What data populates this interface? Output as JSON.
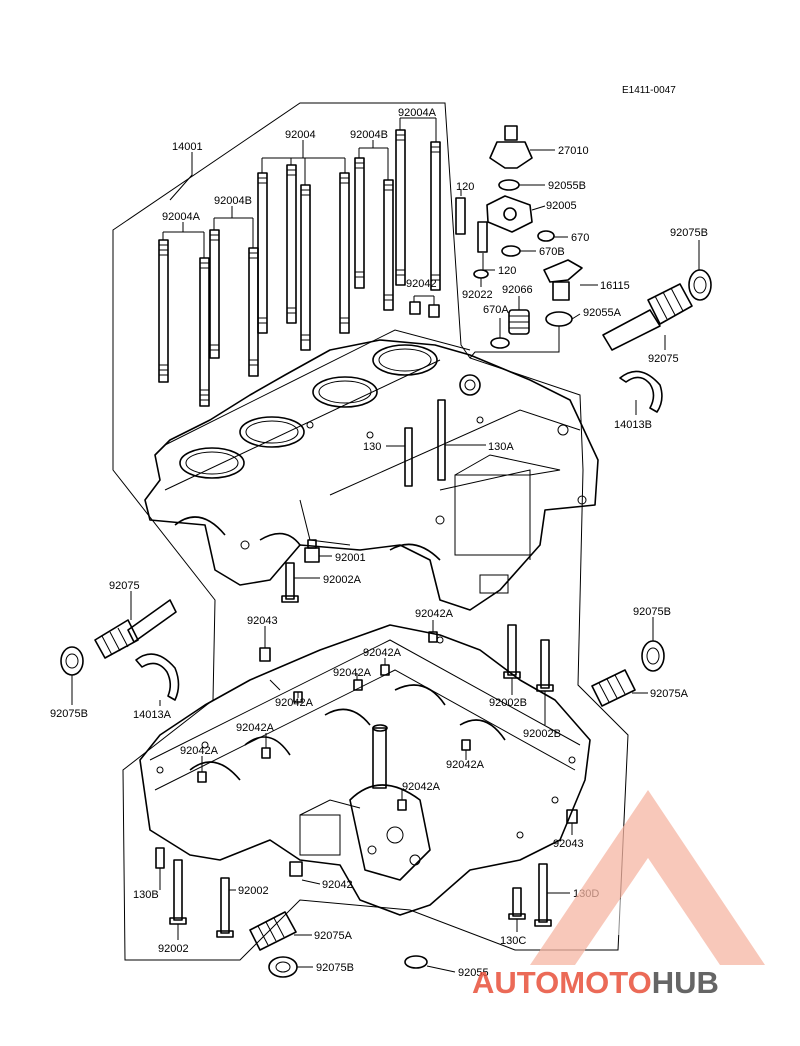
{
  "diagram_code": "E1411-0047",
  "callouts": [
    {
      "id": "c14001",
      "text": "14001"
    },
    {
      "id": "c92004a_top",
      "text": "92004A"
    },
    {
      "id": "c92004",
      "text": "92004"
    },
    {
      "id": "c92004b_top",
      "text": "92004B"
    },
    {
      "id": "c92004b_left",
      "text": "92004B"
    },
    {
      "id": "c92004a_left",
      "text": "92004A"
    },
    {
      "id": "c27010",
      "text": "27010"
    },
    {
      "id": "c92055b",
      "text": "92055B"
    },
    {
      "id": "c92005",
      "text": "92005"
    },
    {
      "id": "c120_top",
      "text": "120"
    },
    {
      "id": "c670",
      "text": "670"
    },
    {
      "id": "c670b",
      "text": "670B"
    },
    {
      "id": "c120_mid",
      "text": "120"
    },
    {
      "id": "c16115",
      "text": "16115"
    },
    {
      "id": "c92042_top",
      "text": "92042"
    },
    {
      "id": "c92022",
      "text": "92022"
    },
    {
      "id": "c92066",
      "text": "92066"
    },
    {
      "id": "c670a",
      "text": "670A"
    },
    {
      "id": "c92055a",
      "text": "92055A"
    },
    {
      "id": "c92075b_tr",
      "text": "92075B"
    },
    {
      "id": "c92075_tr",
      "text": "92075"
    },
    {
      "id": "c14013b",
      "text": "14013B"
    },
    {
      "id": "c130",
      "text": "130"
    },
    {
      "id": "c130a",
      "text": "130A"
    },
    {
      "id": "c92001",
      "text": "92001"
    },
    {
      "id": "c92002a",
      "text": "92002A"
    },
    {
      "id": "c92075_l",
      "text": "92075"
    },
    {
      "id": "c92043_l",
      "text": "92043"
    },
    {
      "id": "c92042a_1",
      "text": "92042A"
    },
    {
      "id": "c92075b_r",
      "text": "92075B"
    },
    {
      "id": "c92075b_l",
      "text": "92075B"
    },
    {
      "id": "c14013a",
      "text": "14013A"
    },
    {
      "id": "c92042a_2",
      "text": "92042A"
    },
    {
      "id": "c92042a_3",
      "text": "92042A"
    },
    {
      "id": "c92042a_4",
      "text": "92042A"
    },
    {
      "id": "c92002b_1",
      "text": "92002B"
    },
    {
      "id": "c92075a_r",
      "text": "92075A"
    },
    {
      "id": "c92042a_5",
      "text": "92042A"
    },
    {
      "id": "c92002b_2",
      "text": "92002B"
    },
    {
      "id": "c92042a_6",
      "text": "92042A"
    },
    {
      "id": "c92042a_7",
      "text": "92042A"
    },
    {
      "id": "c92042a_8",
      "text": "92042A"
    },
    {
      "id": "c92043_r",
      "text": "92043"
    },
    {
      "id": "c130b",
      "text": "130B"
    },
    {
      "id": "c92002_1",
      "text": "92002"
    },
    {
      "id": "c92042_b",
      "text": "92042"
    },
    {
      "id": "c130d",
      "text": "130D"
    },
    {
      "id": "c92075a_b",
      "text": "92075A"
    },
    {
      "id": "c130c",
      "text": "130C"
    },
    {
      "id": "c92002_2",
      "text": "92002"
    },
    {
      "id": "c92075b_b",
      "text": "92075B"
    },
    {
      "id": "c92055",
      "text": "92055"
    }
  ],
  "watermark": {
    "text_part1": "AUTOMOTO",
    "text_part2": "HUB",
    "color_primary": "#e8503a",
    "color_light": "#f6b6a3",
    "color_dark": "#4a4a4a"
  }
}
